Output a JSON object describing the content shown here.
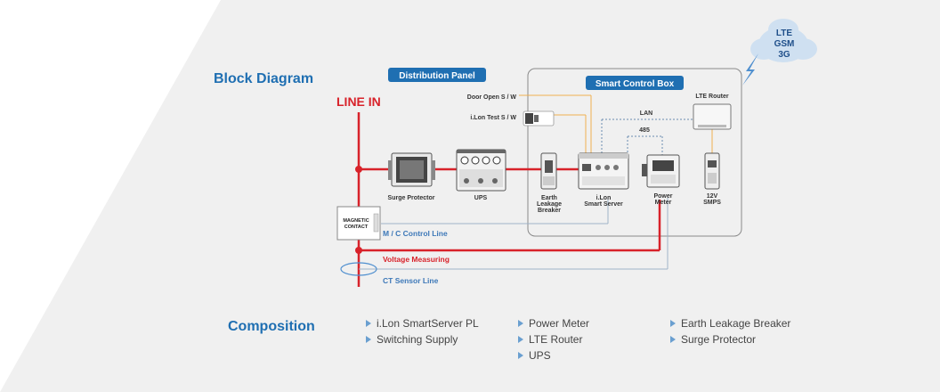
{
  "titles": {
    "block_diagram": "Block Diagram",
    "composition": "Composition"
  },
  "diagram": {
    "distribution_panel": "Distribution Panel",
    "smart_control_box": "Smart Control Box",
    "line_in": "LINE IN",
    "cloud": [
      "LTE",
      "GSM",
      "3G"
    ],
    "door_open": "Door Open S / W",
    "ilon_test": "i.Lon Test S / W",
    "lan": "LAN",
    "rs485": "485",
    "lte_router": "LTE Router",
    "surge_protector": "Surge Protector",
    "ups": "UPS",
    "earth_leakage": [
      "Earth",
      "Leakage",
      "Breaker"
    ],
    "ilon_server": [
      "i.Lon",
      "Smart Server"
    ],
    "power_meter": [
      "Power",
      "Meter"
    ],
    "smps": [
      "12V",
      "SMPS"
    ],
    "magnetic_contact": [
      "MAGNETIC",
      "CONTACT"
    ],
    "mc_control_line": "M / C Control Line",
    "voltage_measuring": "Voltage Measuring",
    "ct_sensor_line": "CT Sensor Line"
  },
  "composition": {
    "col1": [
      "i.Lon SmartServer PL",
      "Switching Supply"
    ],
    "col2": [
      "Power Meter",
      "LTE Router",
      "UPS"
    ],
    "col3": [
      "Earth Leakage Breaker",
      "Surge Protector"
    ]
  },
  "colors": {
    "accent_blue": "#1f6fb2",
    "power_red": "#d8222a",
    "signal_blue": "#3d78b8",
    "orange": "#f0a030",
    "background_grey": "#f0f0f0"
  }
}
